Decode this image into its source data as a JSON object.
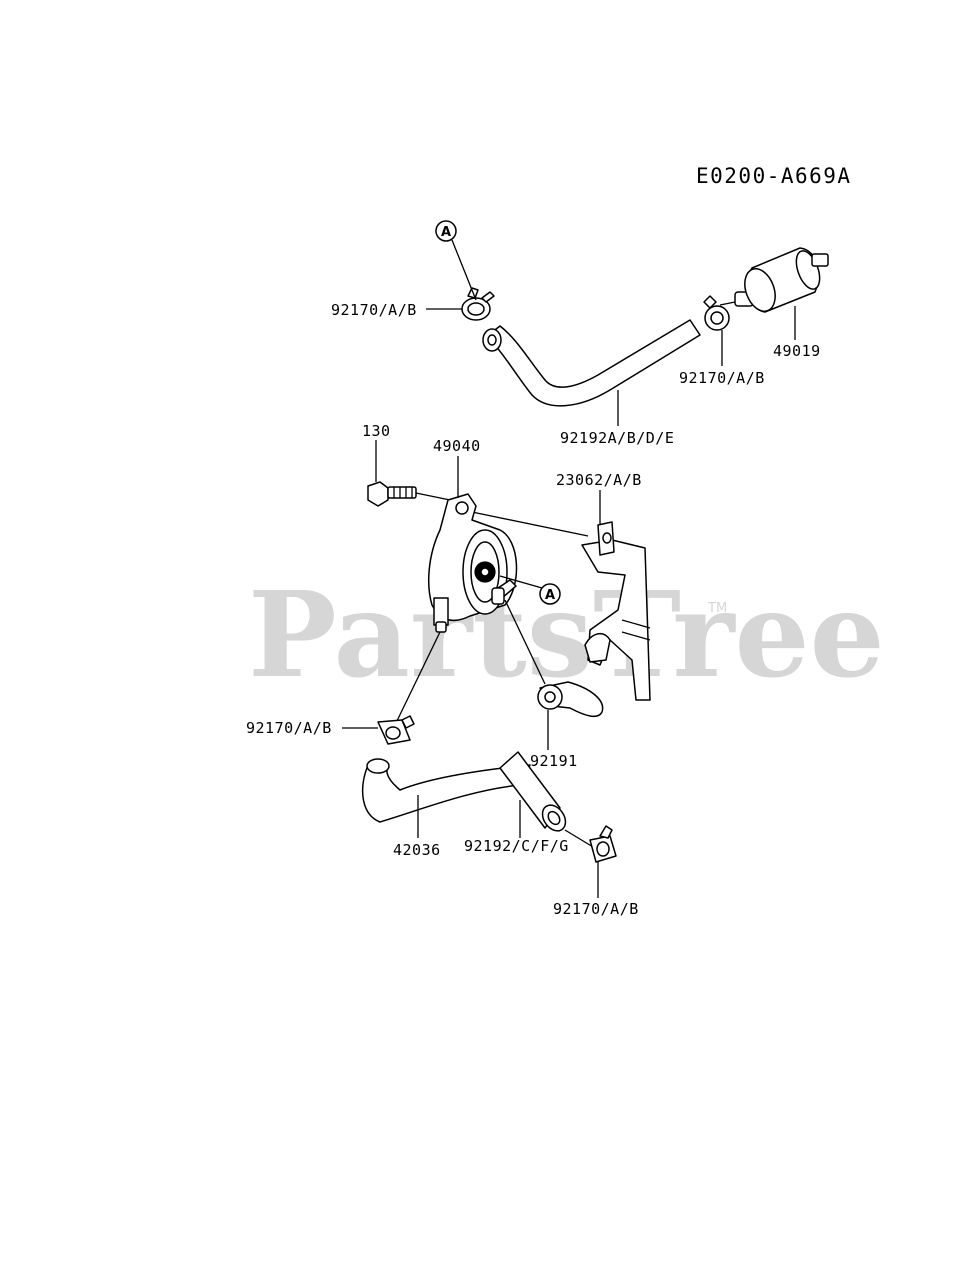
{
  "diagram_code": "E0200-A669A",
  "watermark": "PartsTree",
  "watermark_mark": "TM",
  "ref_marker": "A",
  "parts": {
    "clamp_top_left": "92170/A/B",
    "clamp_top_right": "92170/A/B",
    "fuel_filter": "49019",
    "hose_upper": "92192A/B/D/E",
    "bolt": "130",
    "fuel_pump": "49040",
    "bracket": "23062/A/B",
    "clamp_mid_left": "92170/A/B",
    "cap": "92191",
    "pipe": "42036",
    "hose_lower": "92192/C/F/G",
    "clamp_bottom": "92170/A/B"
  }
}
